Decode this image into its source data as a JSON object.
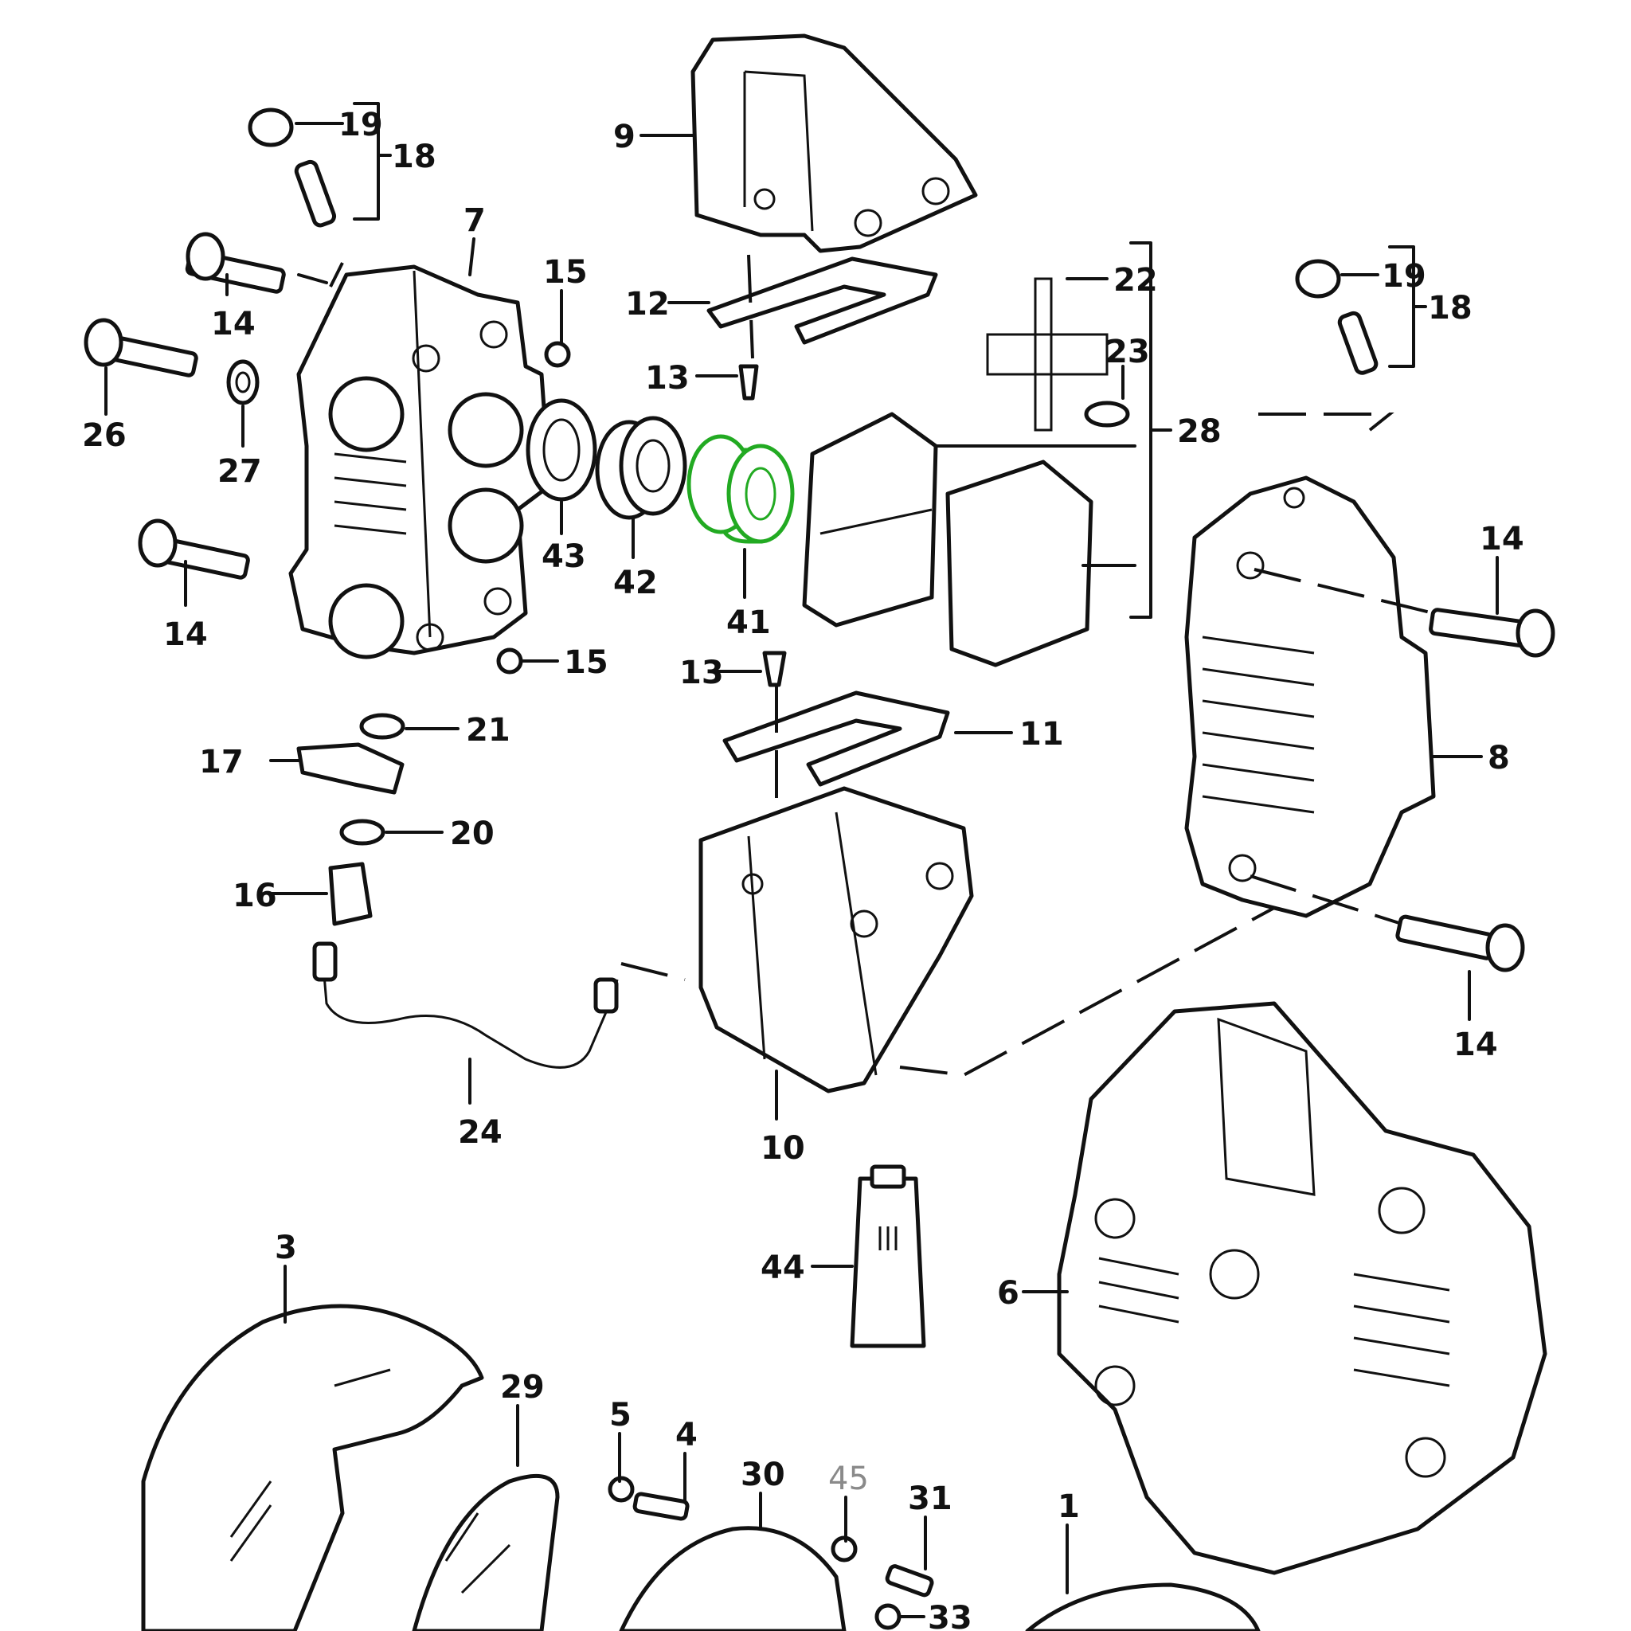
{
  "highlight_color": "#22aa22",
  "callouts": {
    "p1": "1",
    "p3": "3",
    "p4": "4",
    "p5": "5",
    "p6": "6",
    "p7": "7",
    "p8": "8",
    "p9": "9",
    "p10": "10",
    "p11": "11",
    "p12": "12",
    "p13a": "13",
    "p13b": "13",
    "p14a": "14",
    "p14b": "14",
    "p14c": "14",
    "p14d": "14",
    "p15a": "15",
    "p15b": "15",
    "p16": "16",
    "p17": "17",
    "p18a": "18",
    "p18b": "18",
    "p19a": "19",
    "p19b": "19",
    "p20": "20",
    "p21": "21",
    "p22": "22",
    "p23": "23",
    "p24": "24",
    "p26": "26",
    "p27": "27",
    "p28": "28",
    "p29": "29",
    "p30": "30",
    "p31": "31",
    "p33": "33",
    "p41": "41",
    "p42": "42",
    "p43": "43",
    "p44": "44",
    "p45": "45"
  }
}
